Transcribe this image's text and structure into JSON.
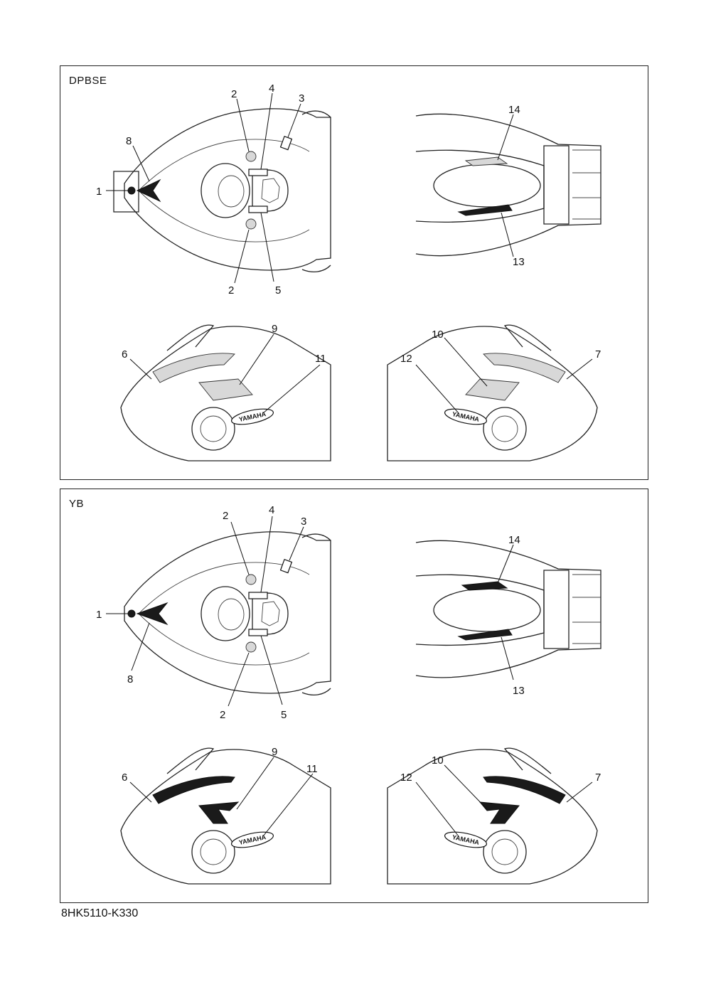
{
  "panels": [
    {
      "id": "dpbse",
      "title": "DPBSE",
      "callouts": [
        "1",
        "2",
        "2",
        "3",
        "4",
        "5",
        "6",
        "7",
        "8",
        "9",
        "10",
        "11",
        "12",
        "13",
        "14"
      ]
    },
    {
      "id": "yb",
      "title": "YB",
      "callouts": [
        "1",
        "2",
        "2",
        "3",
        "4",
        "5",
        "6",
        "7",
        "8",
        "9",
        "10",
        "11",
        "12",
        "13",
        "14"
      ]
    }
  ],
  "brand_text": "YAMAHA",
  "document_code": "8HK5110-K330"
}
